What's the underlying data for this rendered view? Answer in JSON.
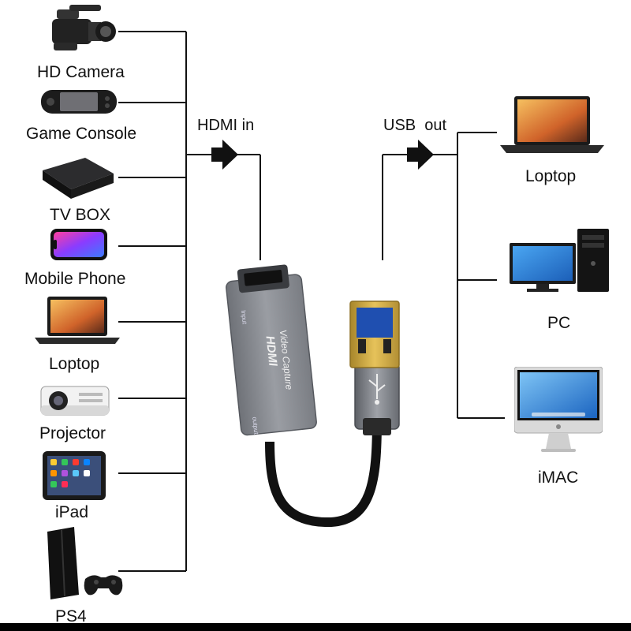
{
  "inputs": [
    {
      "label": "HD Camera",
      "icon": "camera-icon"
    },
    {
      "label": "Game Console",
      "icon": "game-console-icon"
    },
    {
      "label": "TV BOX",
      "icon": "tv-box-icon"
    },
    {
      "label": "Mobile Phone",
      "icon": "mobile-phone-icon"
    },
    {
      "label": "Loptop",
      "icon": "laptop-icon"
    },
    {
      "label": "Projector",
      "icon": "projector-icon"
    },
    {
      "label": "iPad",
      "icon": "ipad-icon"
    },
    {
      "label": "PS4",
      "icon": "ps4-icon"
    }
  ],
  "outputs": [
    {
      "label": "Loptop",
      "icon": "laptop-icon"
    },
    {
      "label": "PC",
      "icon": "pc-icon"
    },
    {
      "label": "iMAC",
      "icon": "imac-icon"
    }
  ],
  "hdmi_in_label": "HDMI in",
  "usb_out_label": "USB  out",
  "device": {
    "brand": "HDMI",
    "name": "Video Capture",
    "port_in": "Input",
    "port_out": "output",
    "usb_symbol": "usb-icon"
  },
  "colors": {
    "line": "#111111",
    "device_body": "#8a8d93",
    "usb_gold": "#c9a640",
    "usb_blue": "#1f4fb0"
  }
}
